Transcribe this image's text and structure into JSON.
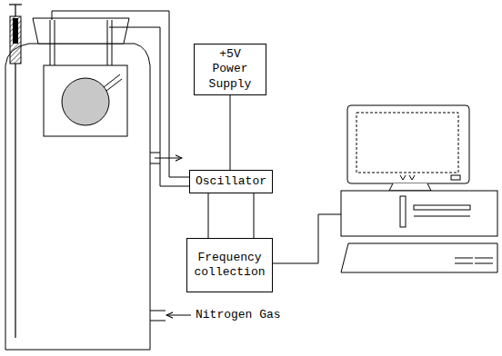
{
  "diagram": {
    "nodes": [
      {
        "text": [
          "+5V Power Supply"
        ]
      },
      {
        "text": [
          "Oscillator"
        ]
      },
      {
        "text": [
          "Frequency collection"
        ]
      }
    ],
    "edges": [
      {
        "from": 0,
        "to": 1,
        "arrow": "none"
      },
      {
        "from": 1,
        "to": 2,
        "arrow": "none"
      },
      {
        "from": 1,
        "to": 2,
        "arrow": "none"
      }
    ],
    "labels": [
      "Nitrogen Gas"
    ]
  }
}
